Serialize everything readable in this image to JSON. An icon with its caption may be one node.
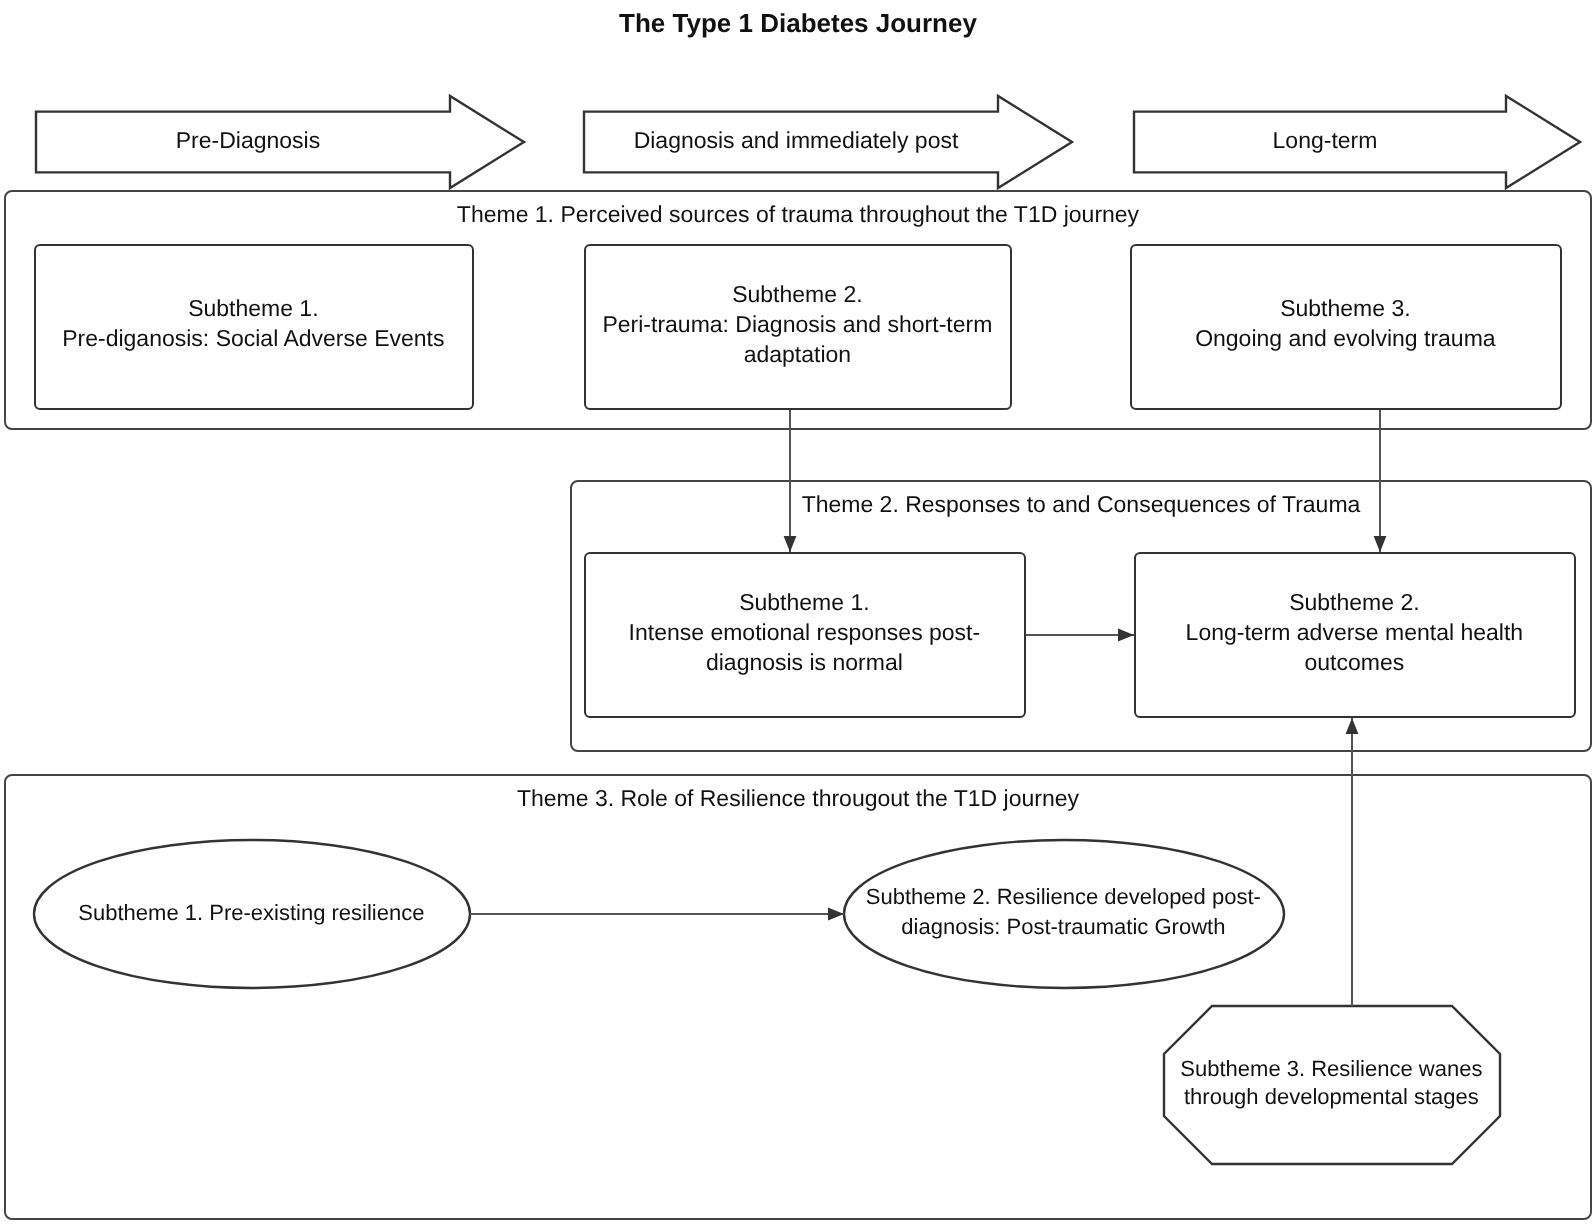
{
  "diagram": {
    "title": "The Type 1 Diabetes Journey",
    "nodes": [
      {
        "text": [
          "Pre-Diagnosis"
        ]
      },
      {
        "text": [
          "Diagnosis and immediately post"
        ]
      },
      {
        "text": [
          "Long-term"
        ]
      },
      {
        "text": [
          "Theme 1. Perceived sources of trauma throughout the T1D journey"
        ]
      },
      {
        "text": [
          "Subtheme 1.",
          "Pre-diganosis: Social Adverse Events"
        ],
        "in": 3
      },
      {
        "text": [
          "Subtheme 2.",
          "Peri-trauma: Diagnosis and short-term adaptation"
        ],
        "in": 3
      },
      {
        "text": [
          "Subtheme 3.",
          "Ongoing and evolving trauma"
        ],
        "in": 3
      },
      {
        "text": [
          "Theme 2. Responses to and Consequences of Trauma"
        ]
      },
      {
        "text": [
          "Subtheme 1.",
          "Intense emotional responses post-diagnosis is normal"
        ],
        "in": 7
      },
      {
        "text": [
          "Subtheme 2.",
          "Long-term adverse mental health outcomes"
        ],
        "in": 7
      },
      {
        "text": [
          "Theme 3. Role of Resilience througout the T1D journey"
        ]
      },
      {
        "text": [
          "Subtheme 1. Pre-existing resilience"
        ],
        "in": 10
      },
      {
        "text": [
          "Subtheme 2. Resilience developed post-diagnosis: Post-traumatic Growth"
        ],
        "in": 10
      },
      {
        "text": [
          "Subtheme 3. Resilience wanes through developmental stages"
        ],
        "in": 10
      }
    ],
    "edges": [
      {
        "from": 5,
        "to": 8,
        "arrow": "to"
      },
      {
        "from": 6,
        "to": 9,
        "arrow": "to"
      },
      {
        "from": 8,
        "to": 9,
        "arrow": "to"
      },
      {
        "from": 11,
        "to": 12,
        "arrow": "to"
      },
      {
        "from": 13,
        "to": 9,
        "arrow": "to"
      }
    ]
  }
}
